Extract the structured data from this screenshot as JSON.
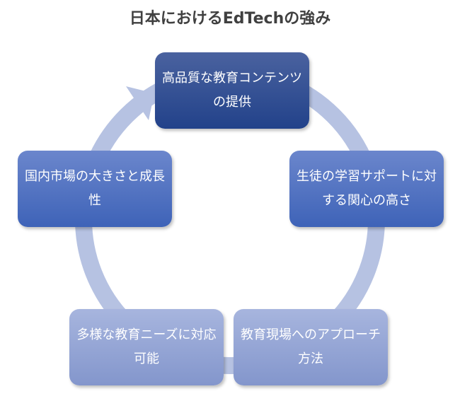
{
  "title": "日本におけるEdTechの強み",
  "colors": {
    "ring": "#b6c2e2",
    "dark": "#22428a",
    "mid": "#3e63b8",
    "light": "#8396cc"
  },
  "nodes": [
    {
      "label": "高品質な教育コンテンツの提供"
    },
    {
      "label": "生徒の学習サポートに対する関心の高さ"
    },
    {
      "label": "教育現場へのアプローチ方法"
    },
    {
      "label": "多様な教育ニーズに対応可能"
    },
    {
      "label": "国内市場の大きさと成長性"
    }
  ]
}
